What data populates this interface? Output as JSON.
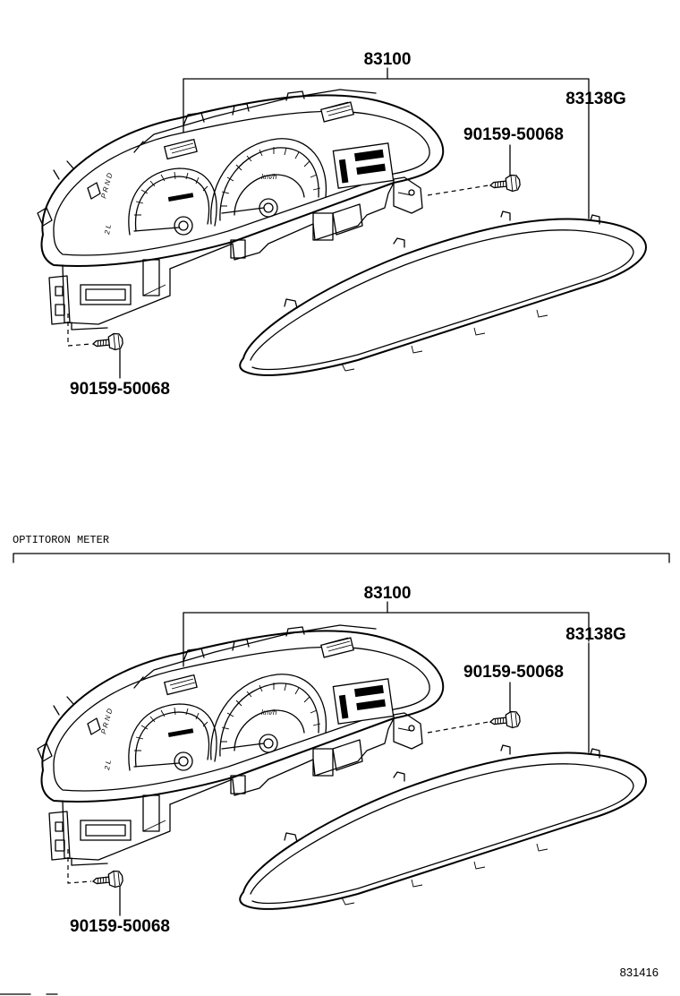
{
  "top": {
    "labels": {
      "meter_assembly": "83100",
      "glass": "83138G",
      "screw_right": "90159-50068",
      "screw_left": "90159-50068"
    }
  },
  "bottom": {
    "section_title": "OPTITORON METER",
    "labels": {
      "meter_assembly": "83100",
      "glass": "83138G",
      "screw_right": "90159-50068",
      "screw_left": "90159-50068"
    }
  },
  "gear_letters": [
    "P",
    "R",
    "N",
    "D",
    "2",
    "L"
  ],
  "gauge_units": "km/h",
  "reference_number": "831416"
}
